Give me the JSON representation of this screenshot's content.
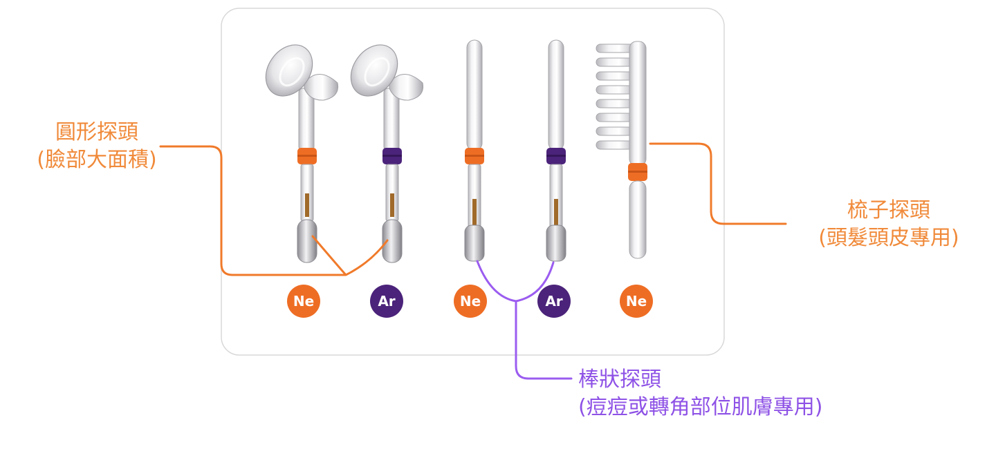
{
  "colors": {
    "neon": "#ee6d24",
    "argon": "#4b237a",
    "label_orange": "#f08a3a",
    "label_purple": "#8e52e6",
    "line_orange": "#f07a2a",
    "line_purple": "#9b5cf0",
    "panel_border": "#d8d8d8"
  },
  "labels": {
    "round": {
      "title": "圓形探頭",
      "subtitle": "(臉部大面積)"
    },
    "comb": {
      "title": "梳子探頭",
      "subtitle": "(頭髮頭皮專用)"
    },
    "stick": {
      "title": "棒狀探頭",
      "subtitle": "(痘痘或轉角部位肌膚專用)"
    }
  },
  "probes": [
    {
      "kind": "mushroom",
      "gas": "Ne",
      "ring": "neon-ring"
    },
    {
      "kind": "mushroom",
      "gas": "Ar",
      "ring": "argon-ring"
    },
    {
      "kind": "rod",
      "gas": "Ne",
      "ring": "neon-ring"
    },
    {
      "kind": "rod",
      "gas": "Ar",
      "ring": "argon-ring"
    },
    {
      "kind": "comb",
      "gas": "Ne",
      "ring": "neon-ring"
    }
  ]
}
